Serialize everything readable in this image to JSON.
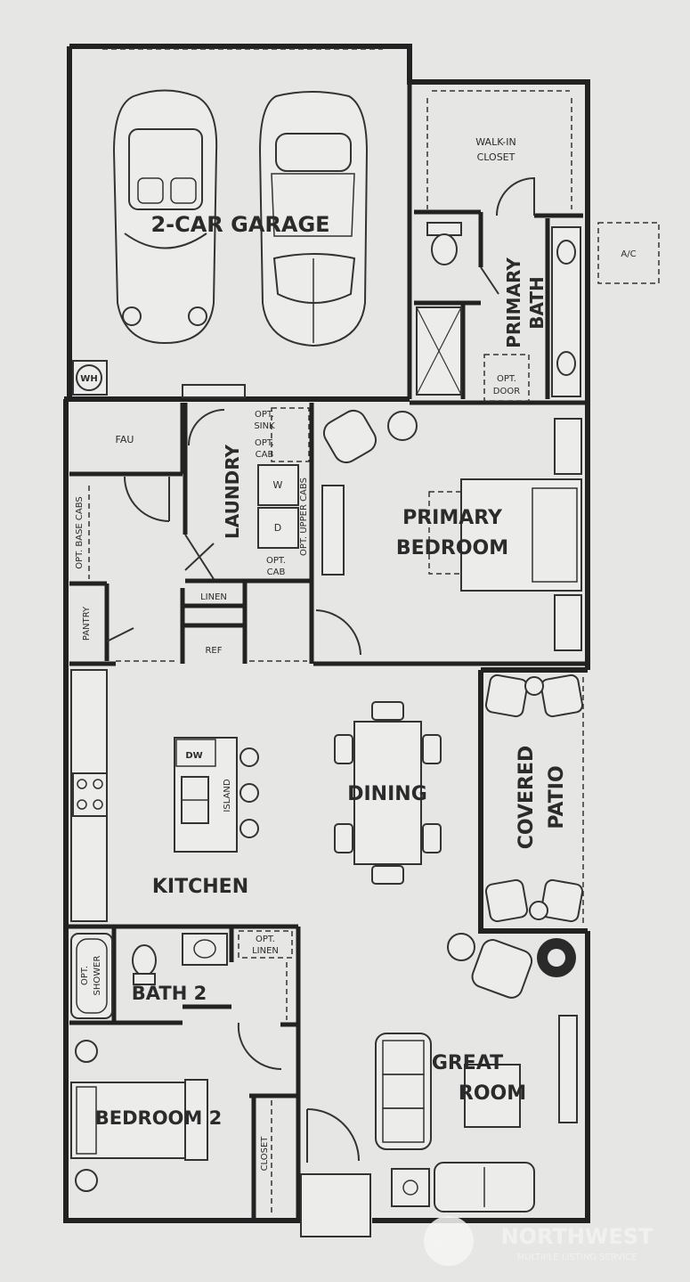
{
  "rooms": {
    "garage": "2-CAR GARAGE",
    "walk_in_closet_1": "WALK-IN",
    "walk_in_closet_2": "CLOSET",
    "primary_bath_1": "PRIMARY",
    "primary_bath_2": "BATH",
    "ac": "A/C",
    "water_heater": "WH",
    "fau": "FAU",
    "laundry": "LAUNDRY",
    "primary_bedroom_1": "PRIMARY",
    "primary_bedroom_2": "BEDROOM",
    "pantry": "PANTRY",
    "linen": "LINEN",
    "ref": "REF",
    "kitchen": "KITCHEN",
    "dining": "DINING",
    "covered_patio_1": "COVERED",
    "covered_patio_2": "PATIO",
    "island": "ISLAND",
    "dw": "DW",
    "bath2": "BATH 2",
    "bedroom2": "BEDROOM 2",
    "great_room_1": "GREAT",
    "great_room_2": "ROOM",
    "closet": "CLOSET"
  },
  "options": {
    "sink_1": "OPT.",
    "sink_2": "SINK",
    "cab_1": "OPT.",
    "cab_2": "CAB",
    "washer": "W",
    "dryer": "D",
    "upper_cabs": "OPT. UPPER CABS",
    "cab2_1": "OPT.",
    "cab2_2": "CAB",
    "base_cabs": "OPT. BASE CABS",
    "door_1": "OPT.",
    "door_2": "DOOR",
    "shower_1": "OPT.",
    "shower_2": "SHOWER",
    "linen_1": "OPT.",
    "linen_2": "LINEN"
  },
  "watermark": {
    "name": "NORTHWEST",
    "sub": "MULTIPLE LISTING SERVICE"
  }
}
